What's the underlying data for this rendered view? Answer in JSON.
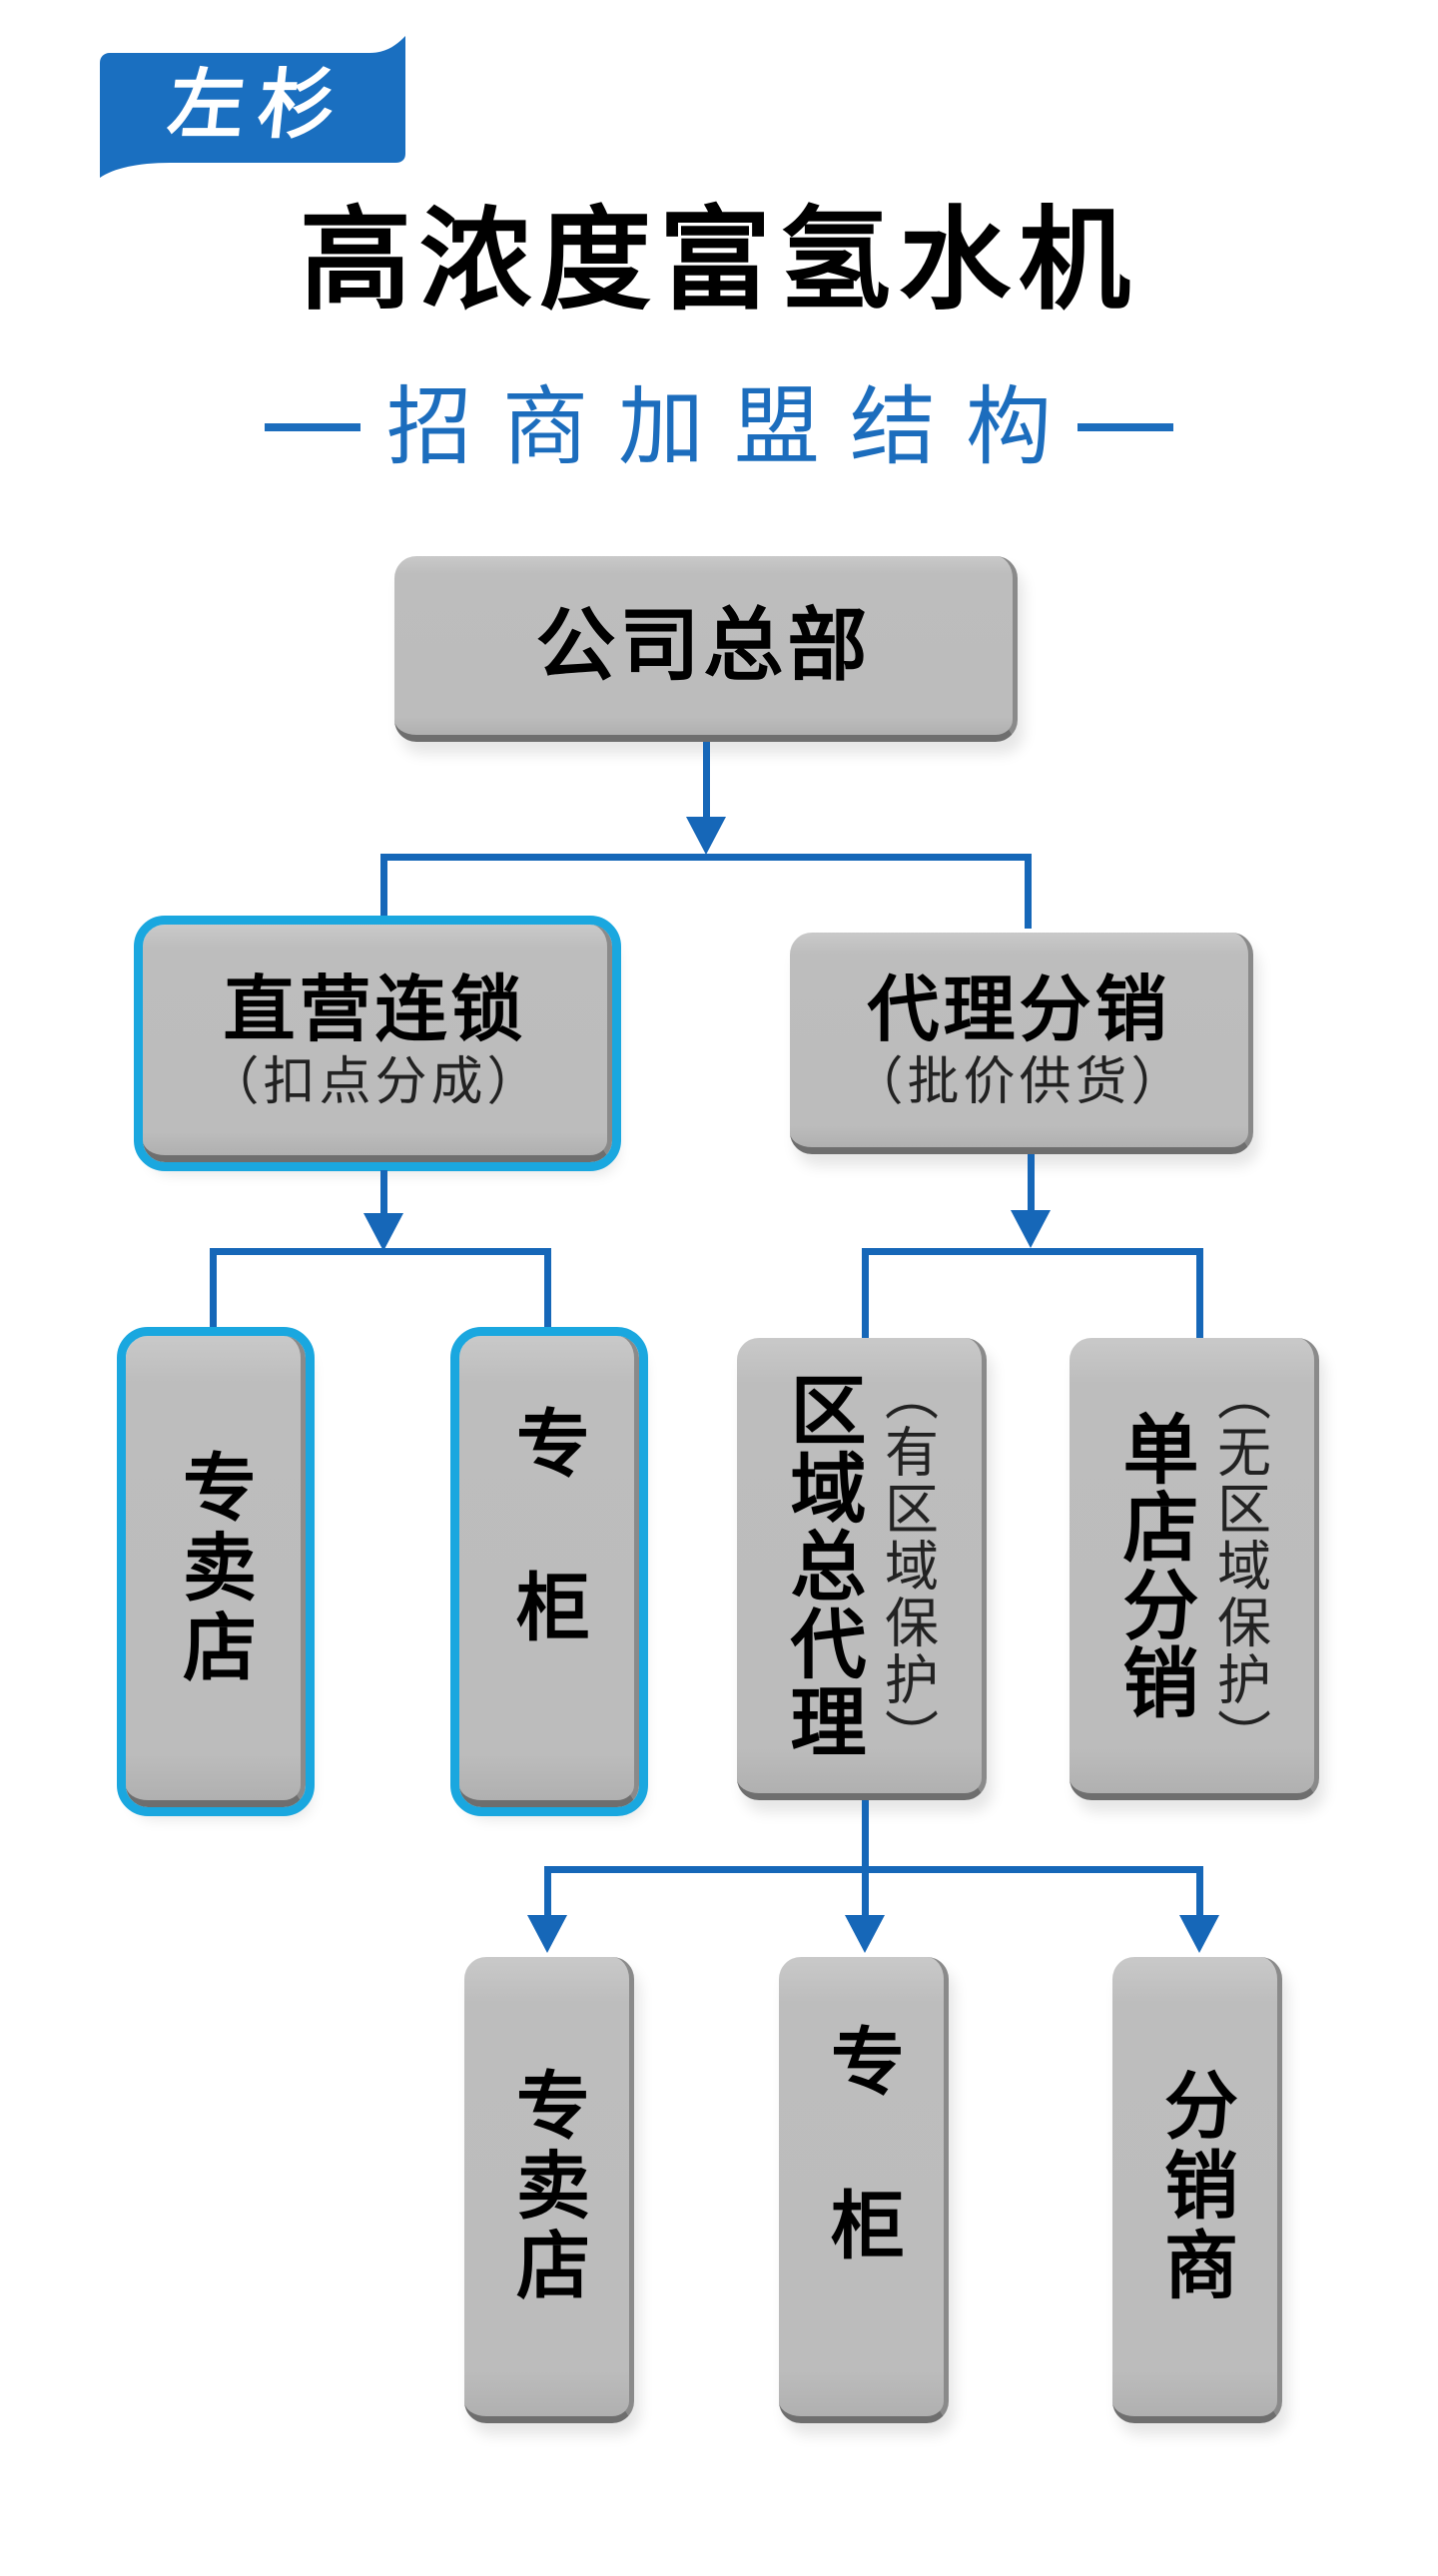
{
  "logo": {
    "text": "左杉",
    "color": "#1a6fc0"
  },
  "title": "高浓度富氢水机",
  "subtitle": "招商加盟结构",
  "colors": {
    "connector": "#1667b8",
    "highlight_border": "#1aa7df",
    "box_fill": "#bcbcbc",
    "subtitle": "#1c6dbd"
  },
  "org": {
    "root": {
      "label": "公司总部"
    },
    "level2": [
      {
        "label": "直营连锁",
        "note": "（扣点分成）",
        "highlighted": true
      },
      {
        "label": "代理分销",
        "note": "（批价供货）",
        "highlighted": false
      }
    ],
    "level3": [
      {
        "label": "专卖店",
        "parent": "直营连锁",
        "highlighted": true
      },
      {
        "label": "专柜",
        "parent": "直营连锁",
        "highlighted": true
      },
      {
        "label": "区域总代理",
        "note": "（有区域保护）",
        "parent": "代理分销"
      },
      {
        "label": "单店分销",
        "note": "（无区域保护）",
        "parent": "代理分销"
      }
    ],
    "level4": [
      {
        "label": "专卖店",
        "parent": "区域总代理"
      },
      {
        "label": "专柜",
        "parent": "区域总代理"
      },
      {
        "label": "分销商",
        "parent": "区域总代理"
      }
    ]
  }
}
